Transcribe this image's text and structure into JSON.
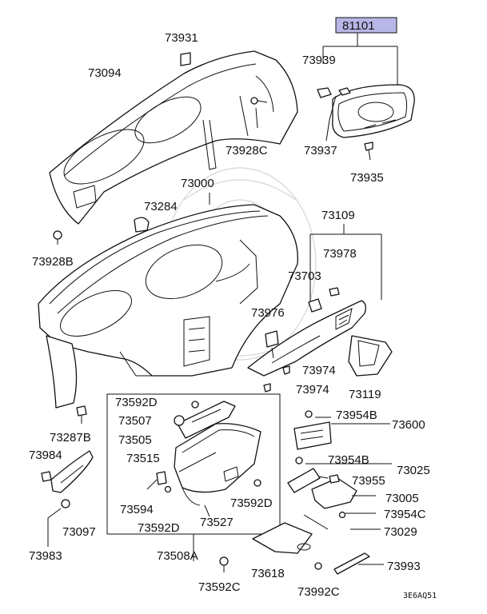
{
  "diagram": {
    "code": "3E6AQ51",
    "highlight_color": "#b7b6e6",
    "labels": {
      "p81101": "81101",
      "p73931": "73931",
      "p73094": "73094",
      "p73939": "73939",
      "p73928c": "73928C",
      "p73937": "73937",
      "p73935": "73935",
      "p73000": "73000",
      "p73284": "73284",
      "p73928b": "73928B",
      "p73109": "73109",
      "p73978": "73978",
      "p73703": "73703",
      "p73976": "73976",
      "p73974a": "73974",
      "p73974b": "73974",
      "p73119": "73119",
      "p73592d_a": "73592D",
      "p73507": "73507",
      "p73505": "73505",
      "p73954b_a": "73954B",
      "p73600": "73600",
      "p73287b": "73287B",
      "p73984": "73984",
      "p73515": "73515",
      "p73954b_b": "73954B",
      "p73025": "73025",
      "p73955": "73955",
      "p73005": "73005",
      "p73594": "73594",
      "p73592d_b": "73592D",
      "p73097": "73097",
      "p73592d_c": "73592D",
      "p73527": "73527",
      "p73954c": "73954C",
      "p73029": "73029",
      "p73983": "73983",
      "p73508a": "73508A",
      "p73618": "73618",
      "p73993": "73993",
      "p73592c": "73592C",
      "p73992c": "73992C"
    }
  }
}
